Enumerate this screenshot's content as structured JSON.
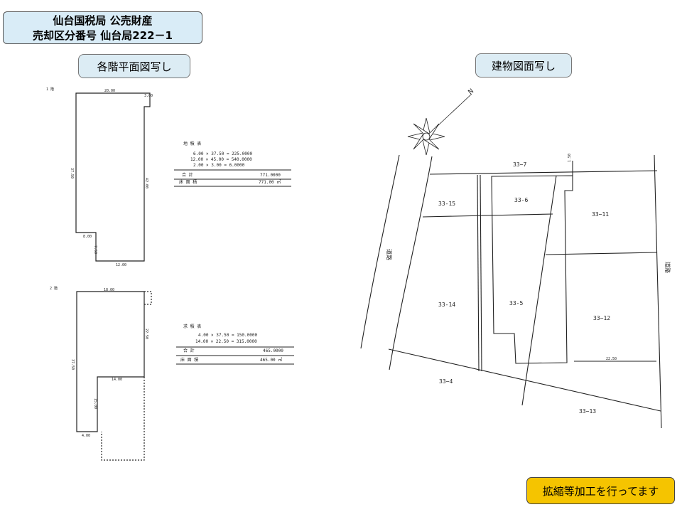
{
  "header": {
    "line1": "仙台国税局 公売財産",
    "line2": "売却区分番号 仙台局222－1"
  },
  "labels": {
    "floor_plan": "各階平面図写し",
    "building_plan": "建物図面写し",
    "note": "拡縮等加工を行ってます"
  },
  "floor1": {
    "label": "1 階",
    "dims": [
      "20.00",
      "3.00",
      "37.50",
      "42.00",
      "8.00",
      "7.50",
      "12.00"
    ],
    "calc_title": "地 積 表",
    "calc_rows": [
      "6.00 × 37.50 =   225.0000",
      "12.00 × 45.00 =   540.0000",
      "2.00 ×  3.00 =     6.0000"
    ],
    "sum_label": "合 計",
    "sum_value": "771.0000",
    "area_label": "床 面 積",
    "area_value": "771.00 ㎡"
  },
  "floor2": {
    "label": "2 階",
    "dims": [
      "18.00",
      "22.50",
      "37.50",
      "14.00",
      "15.00",
      "4.00"
    ],
    "calc_title": "求 積 表",
    "calc_rows": [
      "4.00 × 37.50 =  150.0000",
      "14.00 × 22.50 =  315.0000"
    ],
    "sum_label": "合 計",
    "sum_value": "465.0000",
    "area_label": "床 面 積",
    "area_value": "465.00 ㎡"
  },
  "site": {
    "north": "N",
    "lots": [
      "33−7",
      "33-15",
      "33-6",
      "33−11",
      "33-14",
      "33-5",
      "33−12",
      "33−4",
      "33−13"
    ],
    "road1": "道路",
    "road2": "道路",
    "dim1": "1.50",
    "dim2": "22.50"
  }
}
